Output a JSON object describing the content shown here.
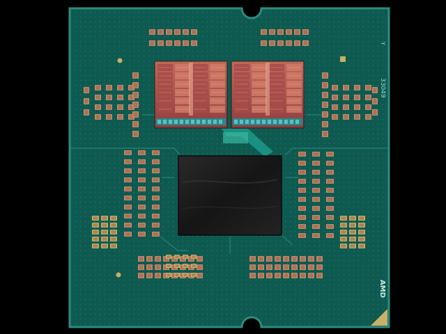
{
  "package": {
    "substrate_color": "#0e5a50",
    "edge_color": "#2e8c7c",
    "pad_color": "#c88a6a",
    "gold_color": "#c9b06a",
    "io_die_color": "#1a1a1a",
    "ccd_color": "#b85a4e",
    "part_code": "33049",
    "corner_letter": "Y",
    "brand_label": "AMD",
    "chiplet_count": 2
  }
}
